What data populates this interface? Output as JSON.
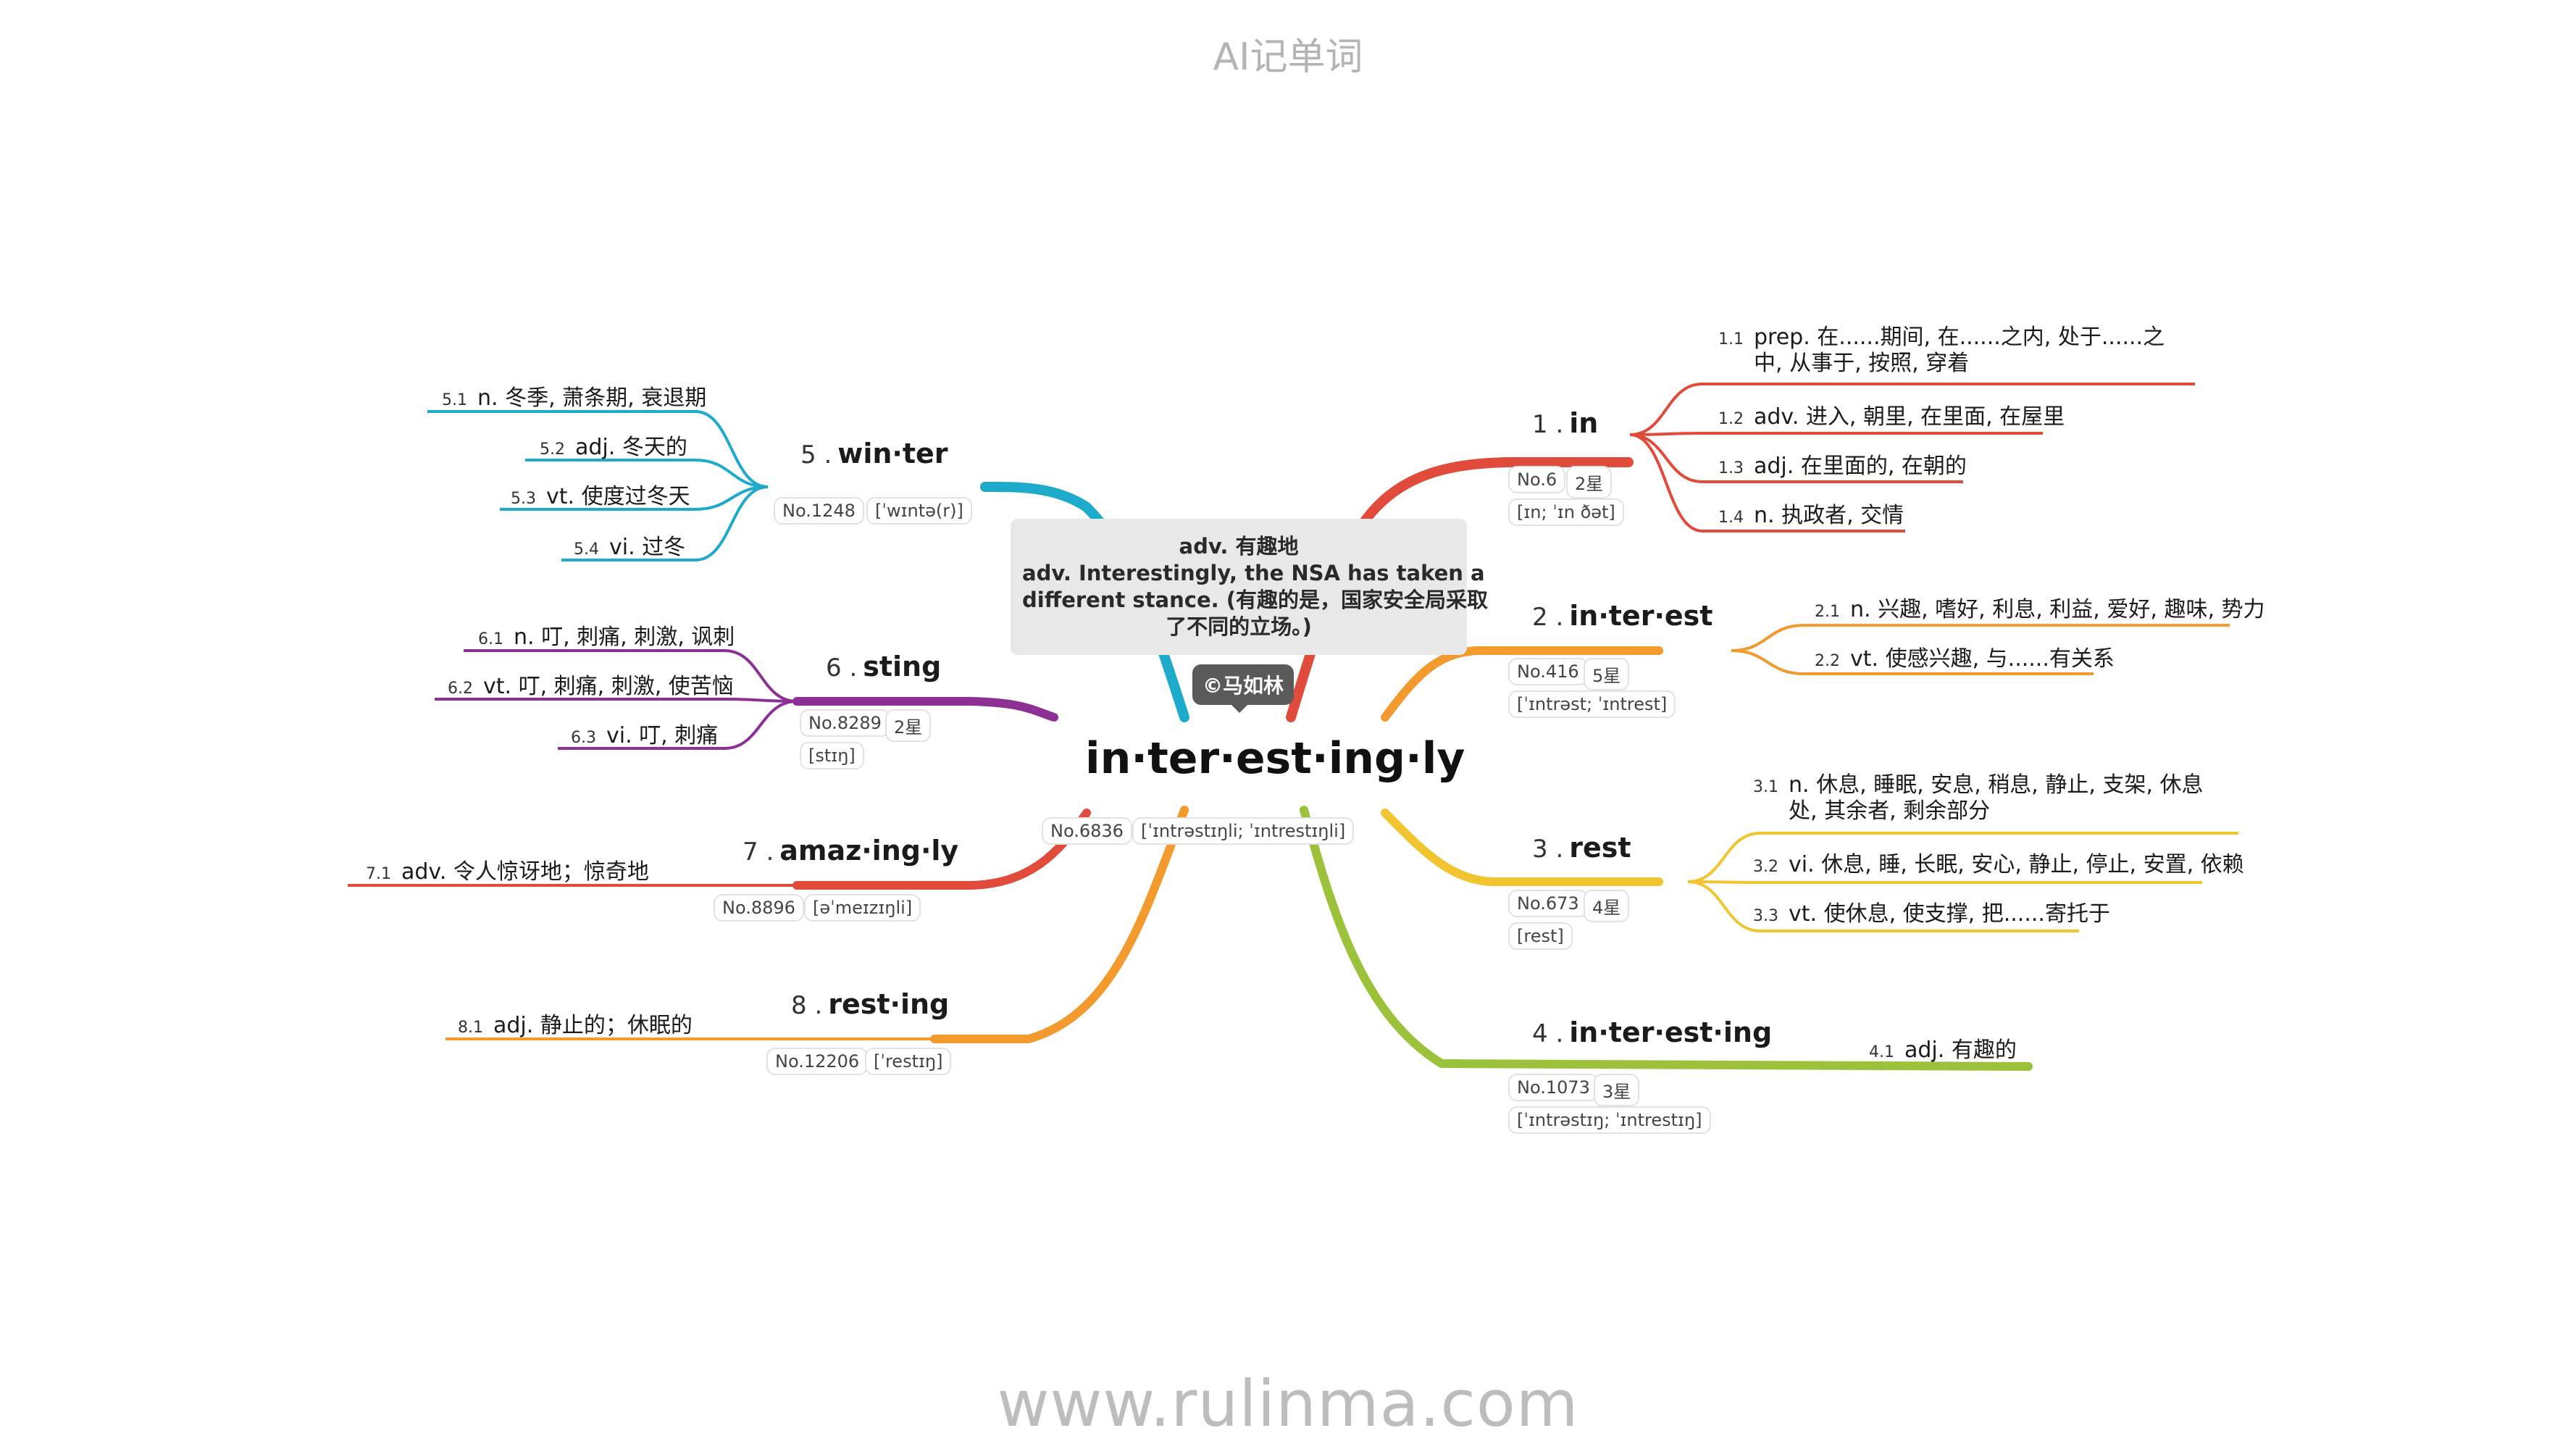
{
  "header": {
    "title": "AI记单词"
  },
  "footer": {
    "url": "www.rulinma.com"
  },
  "central": {
    "word": "in·ter·est·ing·ly",
    "rank": "No.6836",
    "phonetic": "[ˈɪntrəstɪŋli; ˈɪntrestɪŋli]",
    "tooltip_lines": [
      "adv. 有趣地",
      "adv. Interestingly, the NSA has taken a",
      "different stance. (有趣的是，国家安全局采取",
      "了不同的立场。)"
    ],
    "author": "©马如林"
  },
  "branches": [
    {
      "num": "1 .",
      "word": "in",
      "rank": "No.6",
      "stars": "2星",
      "phonetic": "[ɪn; ˈɪn ðət]",
      "color": "#e14b3b",
      "defs": [
        {
          "num": "1.1",
          "text": "prep. 在......期间, 在......之内, 处于......之中, 从事于, 按照, 穿着"
        },
        {
          "num": "1.2",
          "text": "adv. 进入, 朝里, 在里面, 在屋里"
        },
        {
          "num": "1.3",
          "text": "adj. 在里面的, 在朝的"
        },
        {
          "num": "1.4",
          "text": "n. 执政者, 交情"
        }
      ]
    },
    {
      "num": "2 .",
      "word": "in·ter·est",
      "rank": "No.416",
      "stars": "5星",
      "phonetic": "[ˈɪntrəst; ˈɪntrest]",
      "color": "#f29a2e",
      "defs": [
        {
          "num": "2.1",
          "text": "n. 兴趣, 嗜好, 利息, 利益, 爱好, 趣味, 势力"
        },
        {
          "num": "2.2",
          "text": "vt. 使感兴趣, 与......有关系"
        }
      ]
    },
    {
      "num": "3 .",
      "word": "rest",
      "rank": "No.673",
      "stars": "4星",
      "phonetic": "[rest]",
      "color": "#f2c530",
      "defs": [
        {
          "num": "3.1",
          "text": "n. 休息, 睡眠, 安息, 稍息, 静止, 支架, 休息处, 其余者, 剩余部分"
        },
        {
          "num": "3.2",
          "text": "vi. 休息, 睡, 长眠, 安心, 静止, 停止, 安置, 依赖"
        },
        {
          "num": "3.3",
          "text": "vt. 使休息, 使支撑, 把......寄托于"
        }
      ]
    },
    {
      "num": "4 .",
      "word": "in·ter·est·ing",
      "rank": "No.1073",
      "stars": "3星",
      "phonetic": "[ˈɪntrəstɪŋ; ˈɪntrestɪŋ]",
      "color": "#9cc23c",
      "defs": [
        {
          "num": "4.1",
          "text": "adj. 有趣的"
        }
      ]
    },
    {
      "num": "5 .",
      "word": "win·ter",
      "rank": "No.1248",
      "stars": "",
      "phonetic": "[ˈwɪntə(r)]",
      "color": "#1eaacb",
      "defs": [
        {
          "num": "5.1",
          "text": "n. 冬季, 萧条期, 衰退期"
        },
        {
          "num": "5.2",
          "text": "adj. 冬天的"
        },
        {
          "num": "5.3",
          "text": "vt. 使度过冬天"
        },
        {
          "num": "5.4",
          "text": "vi. 过冬"
        }
      ]
    },
    {
      "num": "6 .",
      "word": "sting",
      "rank": "No.8289",
      "stars": "2星",
      "phonetic": "[stɪŋ]",
      "color": "#8e2f96",
      "defs": [
        {
          "num": "6.1",
          "text": "n. 叮, 刺痛, 刺激, 讽刺"
        },
        {
          "num": "6.2",
          "text": "vt. 叮, 刺痛, 刺激, 使苦恼"
        },
        {
          "num": "6.3",
          "text": "vi. 叮, 刺痛"
        }
      ]
    },
    {
      "num": "7 .",
      "word": "amaz·ing·ly",
      "rank": "No.8896",
      "stars": "",
      "phonetic": "[əˈmeɪzɪŋli]",
      "color": "#e14b3b",
      "defs": [
        {
          "num": "7.1",
          "text": "adv. 令人惊讶地；惊奇地"
        }
      ]
    },
    {
      "num": "8 .",
      "word": "rest·ing",
      "rank": "No.12206",
      "stars": "",
      "phonetic": "[ˈrestɪŋ]",
      "color": "#f29a2e",
      "defs": [
        {
          "num": "8.1",
          "text": "adj. 静止的；休眠的"
        }
      ]
    }
  ]
}
